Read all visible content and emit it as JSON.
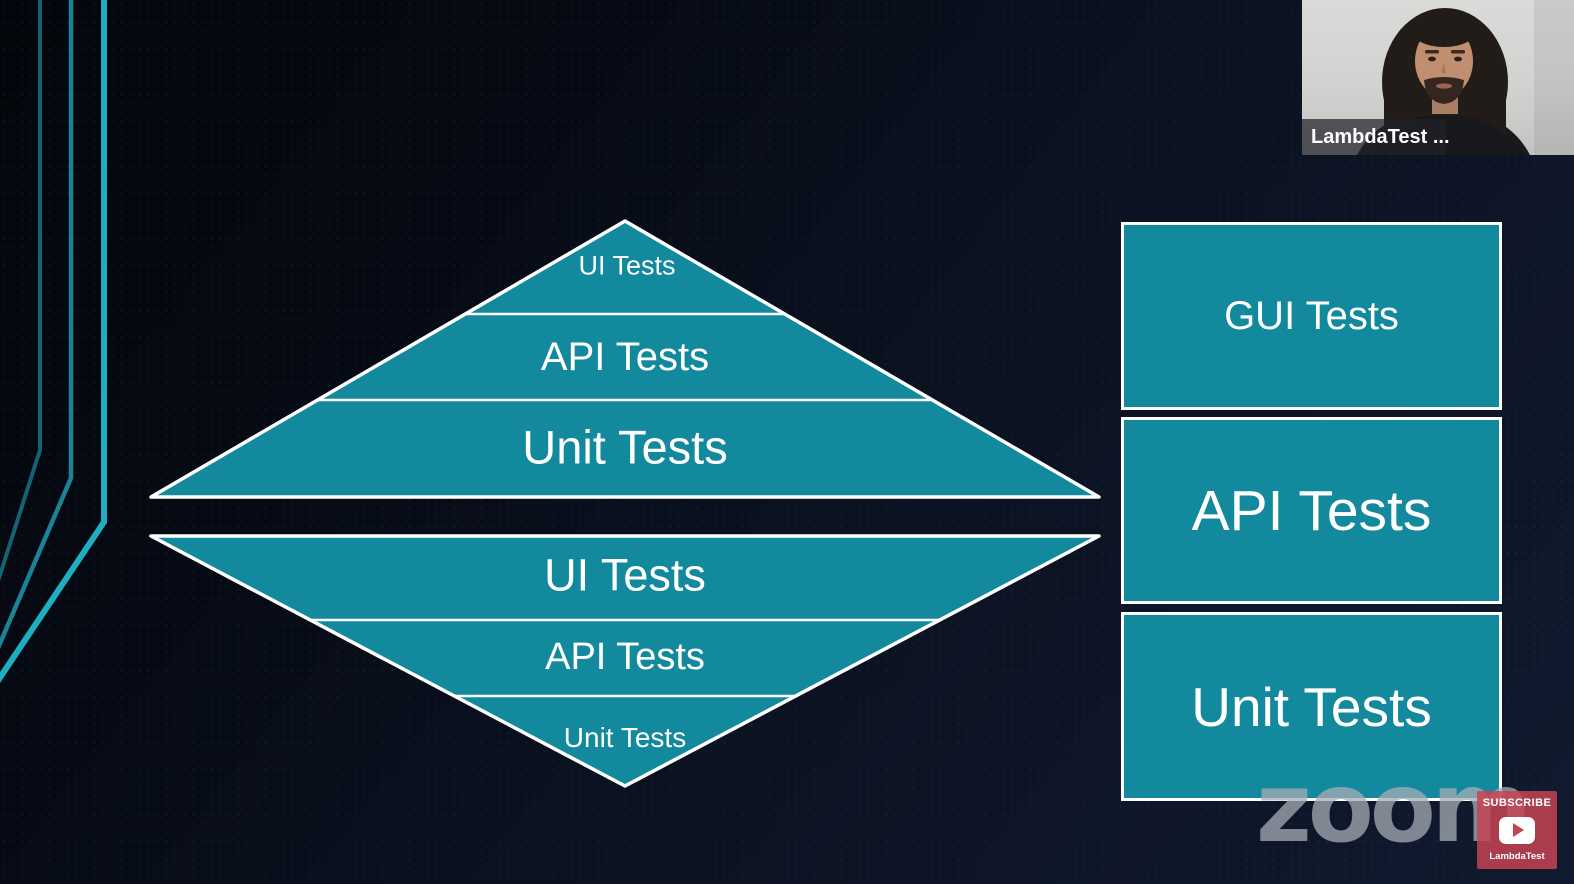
{
  "colors": {
    "shape_fill": "#12899c",
    "shape_border": "#ffffff",
    "accent_line": "#1fadc2",
    "watermark_gray": "#a6adb6",
    "subscribe_bg": "rgba(198,68,84,0.85)",
    "youtube_red": "#c64454"
  },
  "pyramid": {
    "top_tiers": [
      "UI Tests",
      "API Tests",
      "Unit Tests"
    ],
    "bottom_tiers": [
      "UI Tests",
      "API Tests",
      "Unit Tests"
    ]
  },
  "boxes": [
    "GUI Tests",
    "API Tests",
    "Unit Tests"
  ],
  "webcam": {
    "name_label": "LambdaTest ..."
  },
  "watermark": {
    "text": "zoom"
  },
  "subscribe": {
    "title": "SUBSCRIBE",
    "channel": "LambdaTest"
  }
}
